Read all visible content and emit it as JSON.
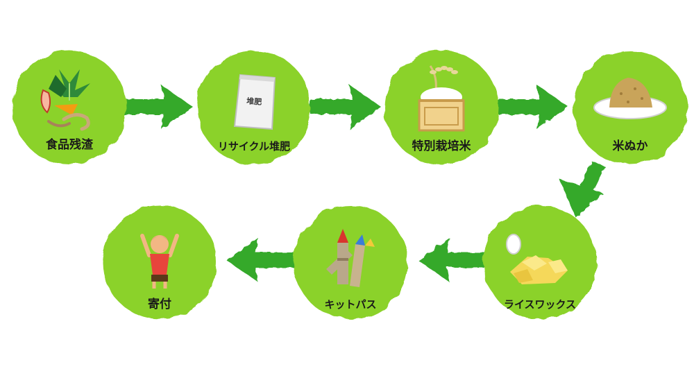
{
  "diagram": {
    "nodes": [
      {
        "label": "食品残渣",
        "icon": "food-waste-icon"
      },
      {
        "label": "リサイクル堆肥",
        "icon": "compost-bag-icon"
      },
      {
        "label": "特別栽培米",
        "icon": "rice-box-icon"
      },
      {
        "label": "米ぬか",
        "icon": "rice-bran-icon"
      },
      {
        "label": "ライスワックス",
        "icon": "rice-wax-icon"
      },
      {
        "label": "キットパス",
        "icon": "crayon-icon"
      },
      {
        "label": "寄付",
        "icon": "child-icon"
      }
    ],
    "compost_bag_text": "堆肥",
    "colors": {
      "circle": "#8bd22a",
      "circle_dark": "#78c21e",
      "arrow": "#35a92b",
      "label": "#1a1a1a"
    }
  }
}
